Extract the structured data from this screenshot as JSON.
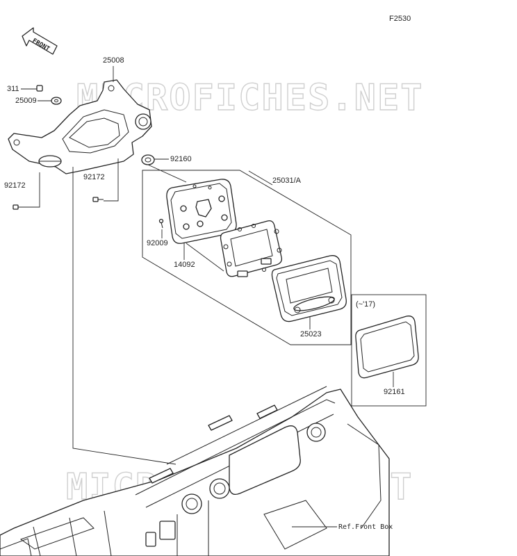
{
  "diagram": {
    "code": "F2530",
    "front_label": "FRONT",
    "watermark": "MICROFICHES.NET",
    "ref_label": "Ref.Front Box",
    "year_note": "(~'17)",
    "parts": {
      "p25008": "25008",
      "p311": "311",
      "p25009": "25009",
      "p92160": "92160",
      "p92172_left": "92172",
      "p92172_mid": "92172",
      "p25031A": "25031/A",
      "p92009": "92009",
      "p14092": "14092",
      "p25023": "25023",
      "p92161": "92161"
    }
  }
}
